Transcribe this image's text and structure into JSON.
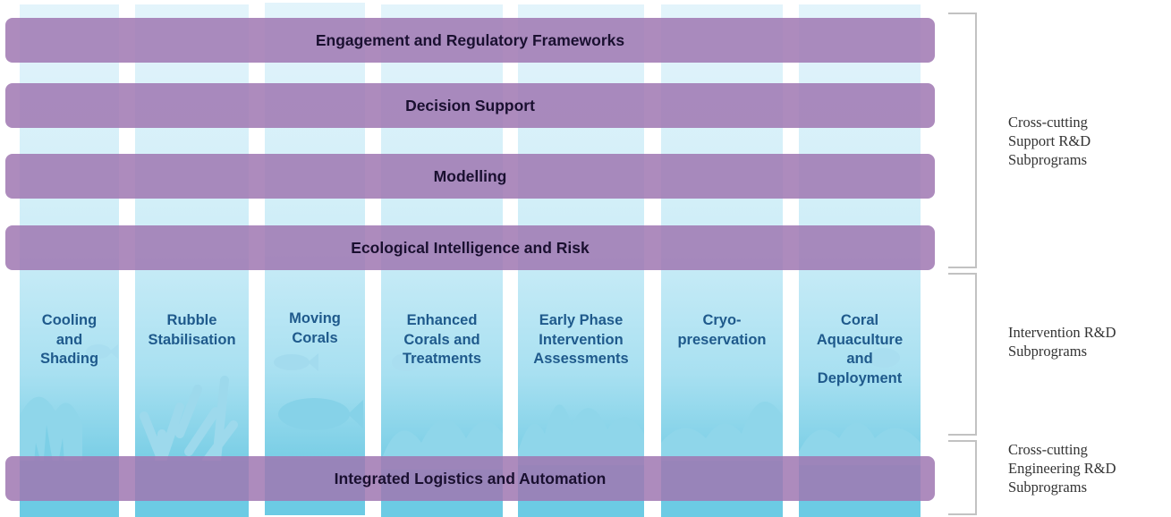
{
  "colors": {
    "column_top": "#e3f4fb",
    "column_bottom": "#6ccbe4",
    "band": "#a078b2",
    "column_text": "#1f5a8c",
    "band_text": "#1a1030",
    "bracket": "#c2c2c2"
  },
  "bands": [
    {
      "label": "Engagement and Regulatory Frameworks"
    },
    {
      "label": "Decision Support"
    },
    {
      "label": "Modelling"
    },
    {
      "label": "Ecological Intelligence and Risk"
    },
    {
      "label": "Integrated Logistics and Automation"
    }
  ],
  "columns": [
    {
      "label": "Cooling\nand\nShading",
      "scene_icon": "fish-and-coral-icon"
    },
    {
      "label": "Rubble\nStabilisation",
      "scene_icon": "branching-coral-icon"
    },
    {
      "label": "Moving\nCorals",
      "scene_icon": "fish-icon"
    },
    {
      "label": "Enhanced\nCorals and\nTreatments",
      "scene_icon": "fish-and-coral-icon"
    },
    {
      "label": "Early Phase\nIntervention\nAssessments",
      "scene_icon": "coral-icon"
    },
    {
      "label": "Cryo-\npreservation",
      "scene_icon": "coral-icon"
    },
    {
      "label": "Coral\nAquaculture\nand\nDeployment",
      "scene_icon": "fish-and-coral-icon"
    }
  ],
  "groups": [
    {
      "label": "Cross-cutting\nSupport R&D\nSubprograms"
    },
    {
      "label": "Intervention R&D\nSubprograms"
    },
    {
      "label": "Cross-cutting\nEngineering R&D\nSubprograms"
    }
  ]
}
